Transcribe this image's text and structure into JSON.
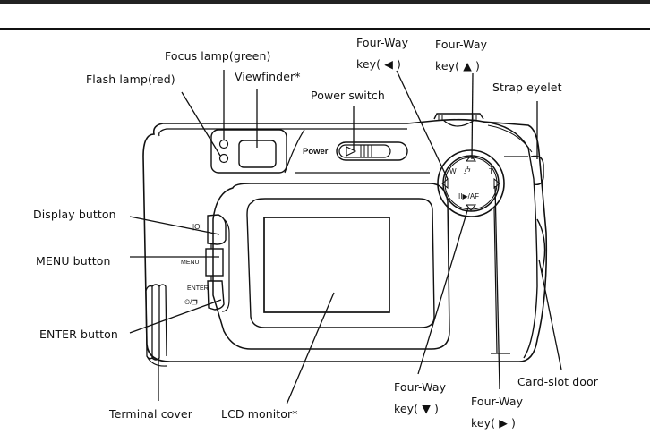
{
  "diagram": {
    "title": "Camera parts identification (front/back view)",
    "labels": {
      "focus_lamp": "Focus lamp(green)",
      "flash_lamp": "Flash lamp(red)",
      "viewfinder": "Viewfinder*",
      "power_switch": "Power switch",
      "four_way_left_l1": "Four-Way",
      "four_way_left_l2": "key( ◀ )",
      "four_way_up_l1": "Four-Way",
      "four_way_up_l2": "key( ▲ )",
      "strap_eyelet": "Strap eyelet",
      "display_button": "Display button",
      "menu_button": "MENU button",
      "enter_button": "ENTER button",
      "terminal_cover": "Terminal cover",
      "lcd_monitor": "LCD monitor*",
      "four_way_down_l1": "Four-Way",
      "four_way_down_l2": "key( ▼ )",
      "four_way_right_l1": "Four-Way",
      "four_way_right_l2": "key( ▶ )",
      "card_slot_door": "Card-slot door"
    },
    "camera_markings": {
      "power": "Power",
      "display_symbol": "|O|",
      "menu": "MENU",
      "enter": "ENTER",
      "enter_sub": "⏲/❐",
      "wide": "W",
      "tele": "T",
      "up_symbol": "̱/ϟ",
      "down_symbol": "II▶/AF"
    }
  }
}
